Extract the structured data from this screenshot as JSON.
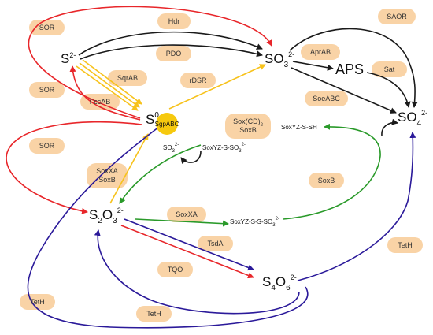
{
  "compounds": {
    "s2minus": {
      "base": "S",
      "sup": "2-"
    },
    "so3": {
      "base": "SO",
      "sub": "3",
      "sup": "2-"
    },
    "aps": {
      "label": "APS"
    },
    "s0": {
      "base": "S",
      "sup": "0"
    },
    "so4": {
      "base": "SO",
      "sub": "4",
      "sup": "2-"
    },
    "s2o3": {
      "b1": "S",
      "s1": "2",
      "b2": "O",
      "s2": "3",
      "sup": "2-"
    },
    "s4o6": {
      "b1": "S",
      "s1": "4",
      "b2": "O",
      "s2": "6",
      "sup": "2-"
    },
    "sgpabc": "SgpABC",
    "soxyz_ssh": {
      "base": "SoxYZ-S-SH",
      "sup": "-"
    },
    "soxyz_sso3": {
      "base": "SoxYZ-S-SO",
      "sub": "3",
      "sup": "2-"
    },
    "soxyz_ssso3": {
      "base": "SoxYZ-S-S-SO",
      "sub": "3",
      "sup": "2-"
    },
    "so3_small": {
      "base": "SO",
      "sub": "3",
      "sup": "2-"
    }
  },
  "enzymes": {
    "sor_top": "SOR",
    "hdr": "Hdr",
    "saor": "SAOR",
    "pdo": "PDO",
    "aprab": "AprAB",
    "sat": "Sat",
    "sor_mid": "SOR",
    "sqrab": "SqrAB",
    "rdsr": "rDSR",
    "fccab": "FccAB",
    "soeabc": "SoeABC",
    "soxcd_a": "Sox(CD)",
    "soxcd_sub": "2",
    "soxcd_b": "SoxB",
    "sor_low": "SOR",
    "soxxa_soxb_a": "SoxXA",
    "soxxa_soxb_b": "SoxB",
    "soxb": "SoxB",
    "soxxa": "SoxXA",
    "tsda": "TsdA",
    "teth_right": "TetH",
    "tqo": "TQO",
    "teth_left": "TetH",
    "teth_bottom": "TetH"
  },
  "colors": {
    "pill": "#f9d3a6",
    "red": "#e8262a",
    "black": "#1a1a1a",
    "yellow": "#f7c21b",
    "green": "#2a9a2a",
    "navy": "#2b1a9a",
    "sgp_circle": "#f6c90e"
  }
}
